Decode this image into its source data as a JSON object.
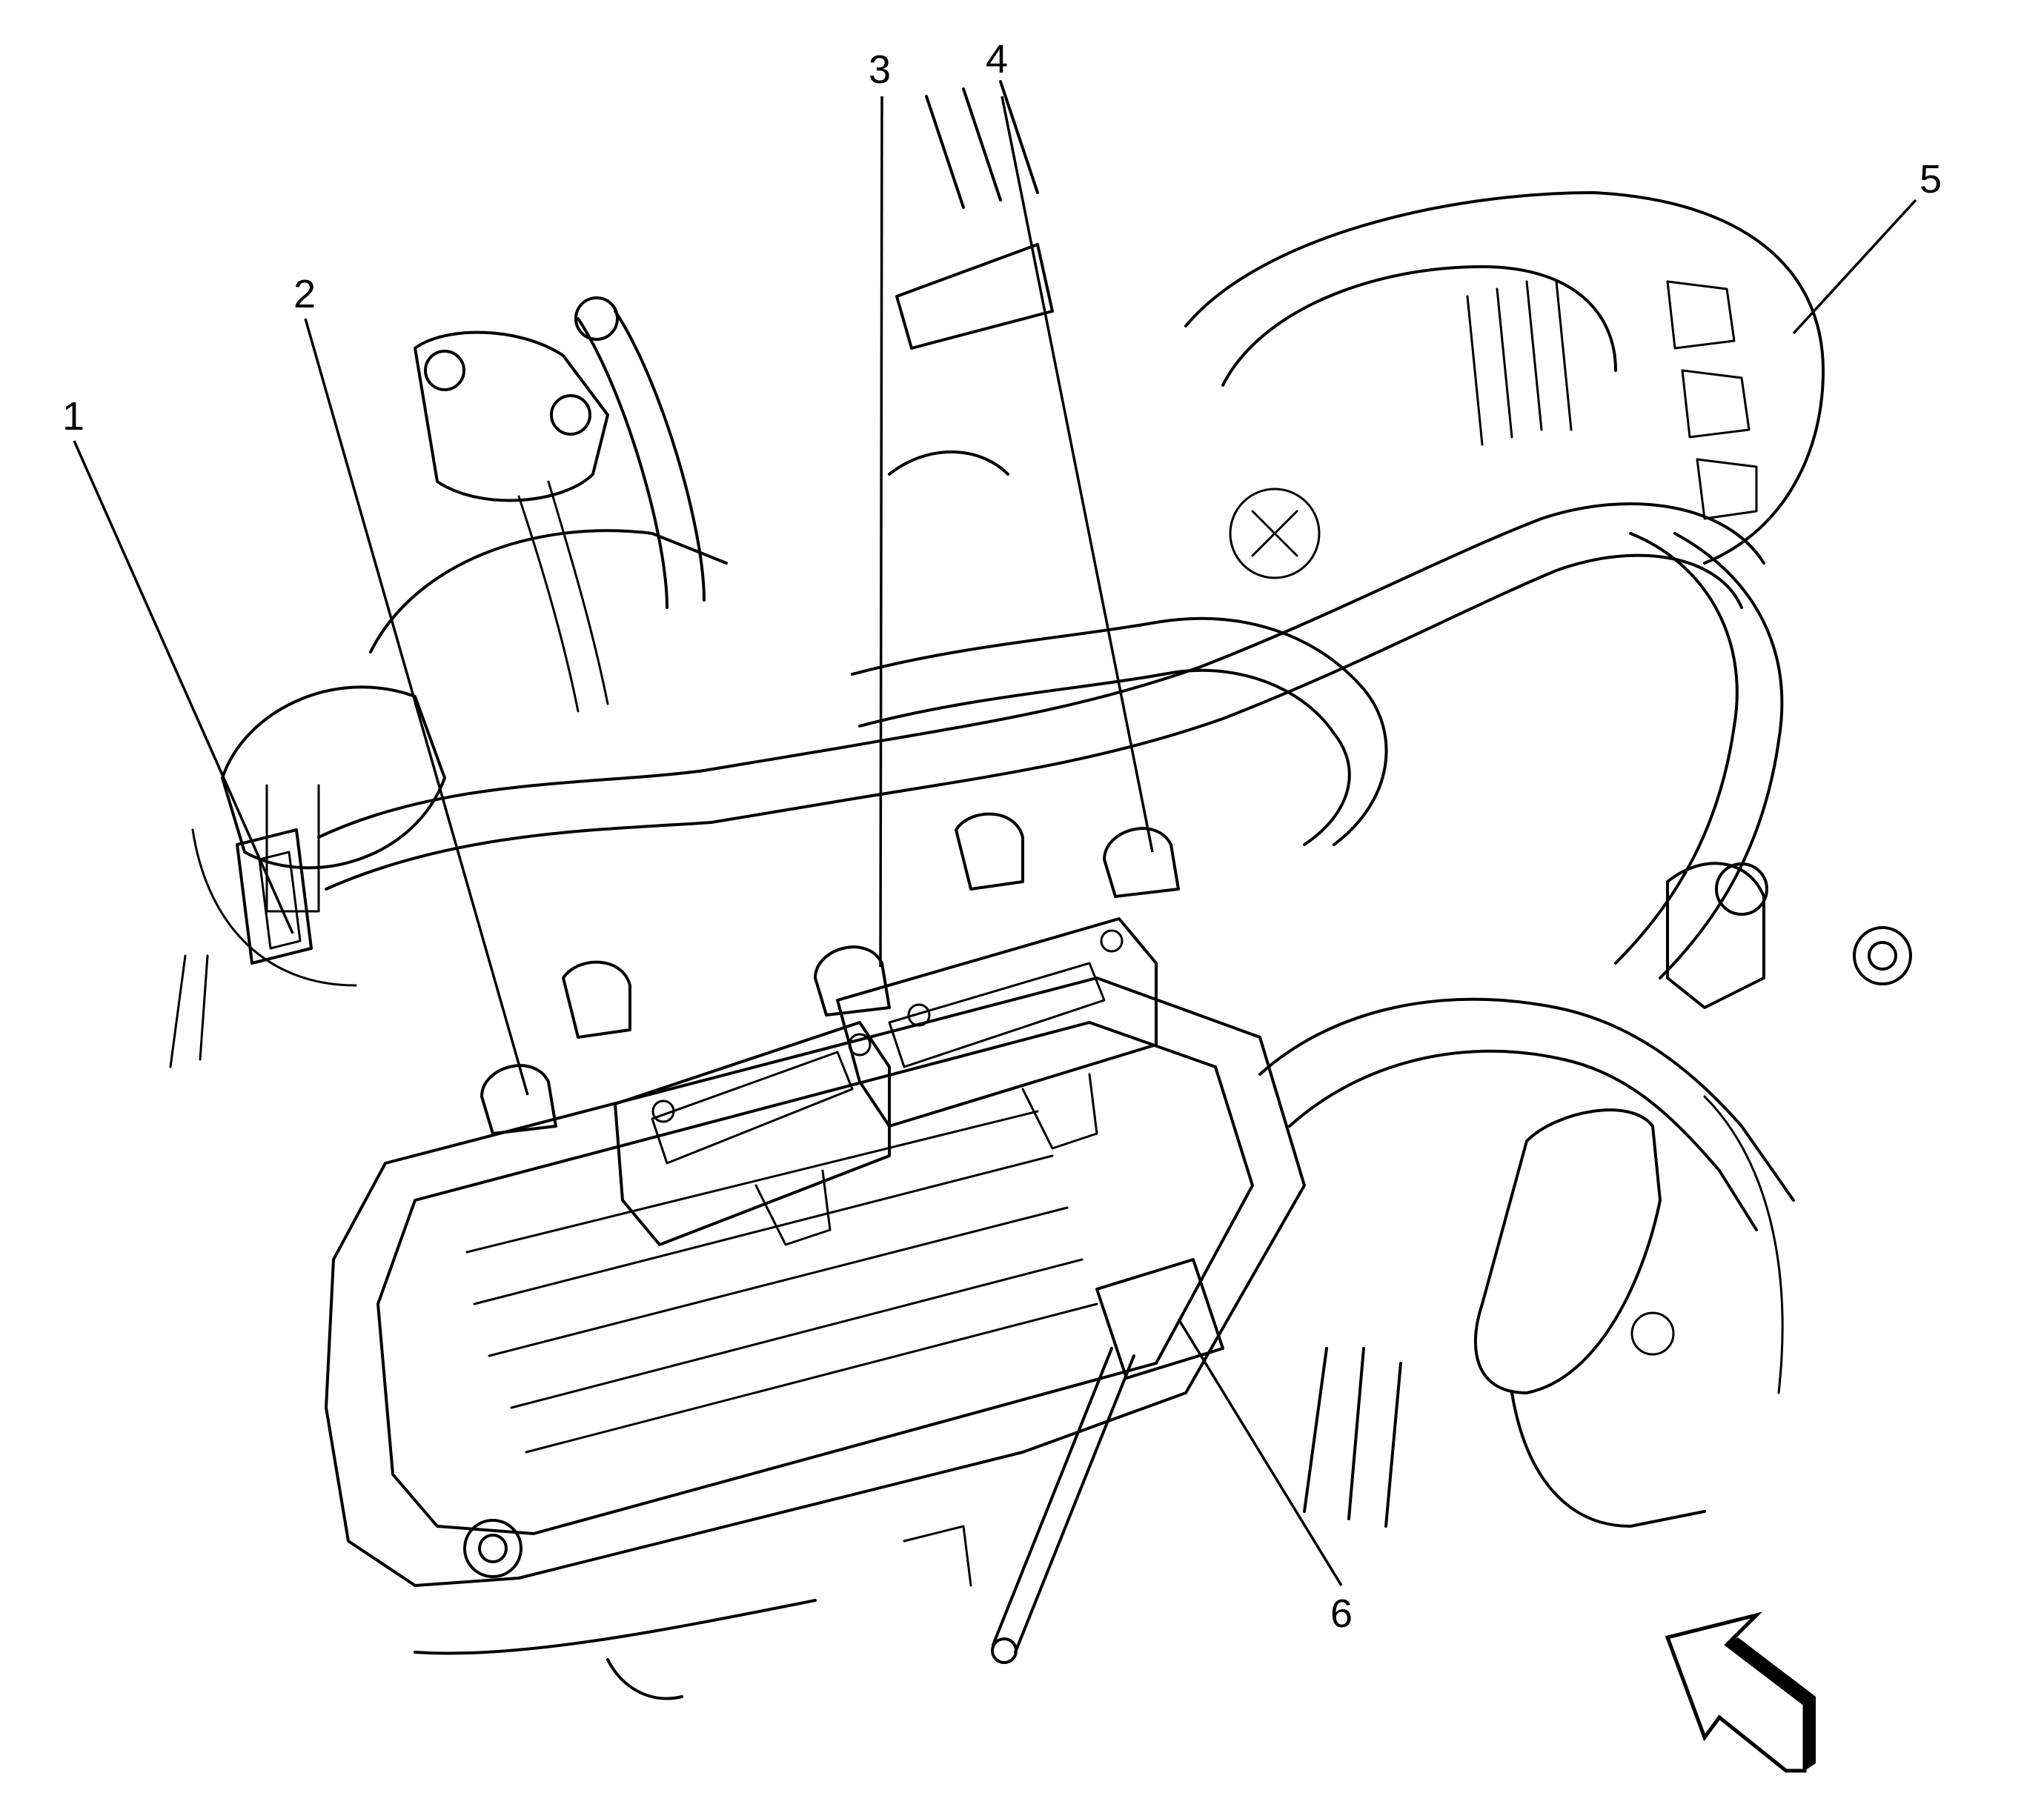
{
  "callouts": [
    {
      "id": "1",
      "label": "1"
    },
    {
      "id": "2",
      "label": "2"
    },
    {
      "id": "3",
      "label": "3"
    },
    {
      "id": "4",
      "label": "4"
    },
    {
      "id": "5",
      "label": "5"
    },
    {
      "id": "6",
      "label": "6"
    }
  ],
  "colors": {
    "ink": "#000000",
    "paper": "#ffffff"
  },
  "icons": {
    "view_direction": "view-direction-arrow-icon"
  }
}
